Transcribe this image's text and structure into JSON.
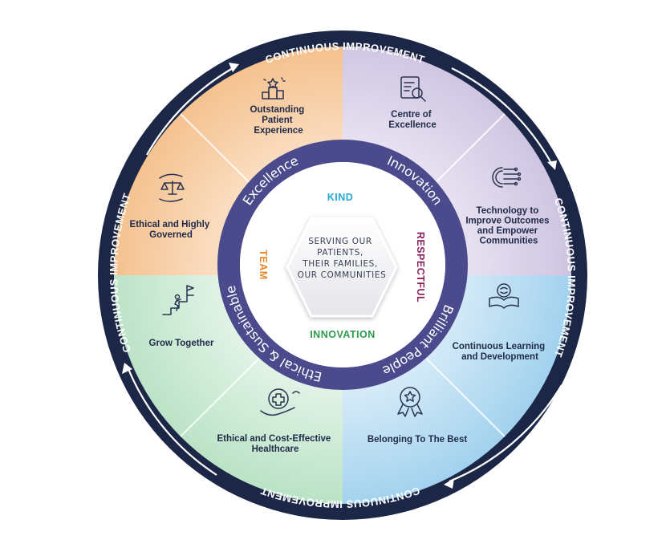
{
  "outer_ring": {
    "label": "CONTINUOUS IMPROVEMENT"
  },
  "segments": [
    {
      "lines": [
        "Outstanding",
        "Patient",
        "Experience"
      ],
      "icon": "podium-stars-icon"
    },
    {
      "lines": [
        "Centre of",
        "Excellence"
      ],
      "icon": "document-magnifier-icon"
    },
    {
      "lines": [
        "Technology to",
        "Improve Outcomes",
        "and Empower",
        "Communities"
      ],
      "icon": "circuit-brain-icon"
    },
    {
      "lines": [
        "Continuous Learning",
        "and Development"
      ],
      "icon": "book-brain-icon"
    },
    {
      "lines": [
        "Belonging To The Best"
      ],
      "icon": "award-ribbon-icon"
    },
    {
      "lines": [
        "Ethical and Cost-Effective",
        "Healthcare"
      ],
      "icon": "hands-medical-cross-icon"
    },
    {
      "lines": [
        "Grow Together"
      ],
      "icon": "climbing-stairs-flag-icon"
    },
    {
      "lines": [
        "Ethical and Highly",
        "Governed"
      ],
      "icon": "hands-scales-icon"
    }
  ],
  "ring_labels": {
    "excellence": "Excellence",
    "innovation": "Innovation",
    "brilliant_people": "Brilliant People",
    "ethical_sustainable": "Ethical & Sustainable"
  },
  "values": {
    "kind": "KIND",
    "respectful": "RESPECTFUL",
    "innovation": "INNOVATION",
    "team": "TEAM"
  },
  "center": {
    "lines": [
      "SERVING OUR",
      "PATIENTS,",
      "THEIR FAMILIES,",
      "OUR COMMUNITIES"
    ]
  },
  "colors": {
    "navy": "#1c2747",
    "ring_purple": "#4b4a8d",
    "orange": "#f4bf8a",
    "lavender": "#d7cfe6",
    "light_blue": "#a8d5ee",
    "mint": "#bfe3c9",
    "kind": "#2aa8d8",
    "respectful": "#8a1f5a",
    "innovation": "#2e9b4f",
    "team": "#e9892b"
  }
}
